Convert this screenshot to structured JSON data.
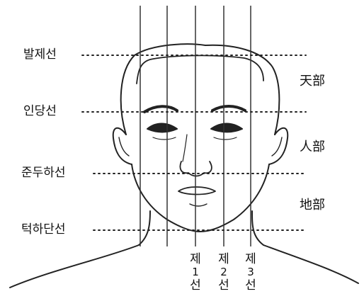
{
  "horizontal_lines": [
    {
      "label": "발제선"
    },
    {
      "label": "인당선"
    },
    {
      "label": "준두하선"
    },
    {
      "label": "턱하단선"
    }
  ],
  "zones": [
    "天部",
    "人部",
    "地部"
  ],
  "vertical_lines": [
    {
      "word": "제",
      "num": "1",
      "suffix": "선"
    },
    {
      "word": "제",
      "num": "2",
      "suffix": "선"
    },
    {
      "word": "제",
      "num": "3",
      "suffix": "선"
    }
  ]
}
